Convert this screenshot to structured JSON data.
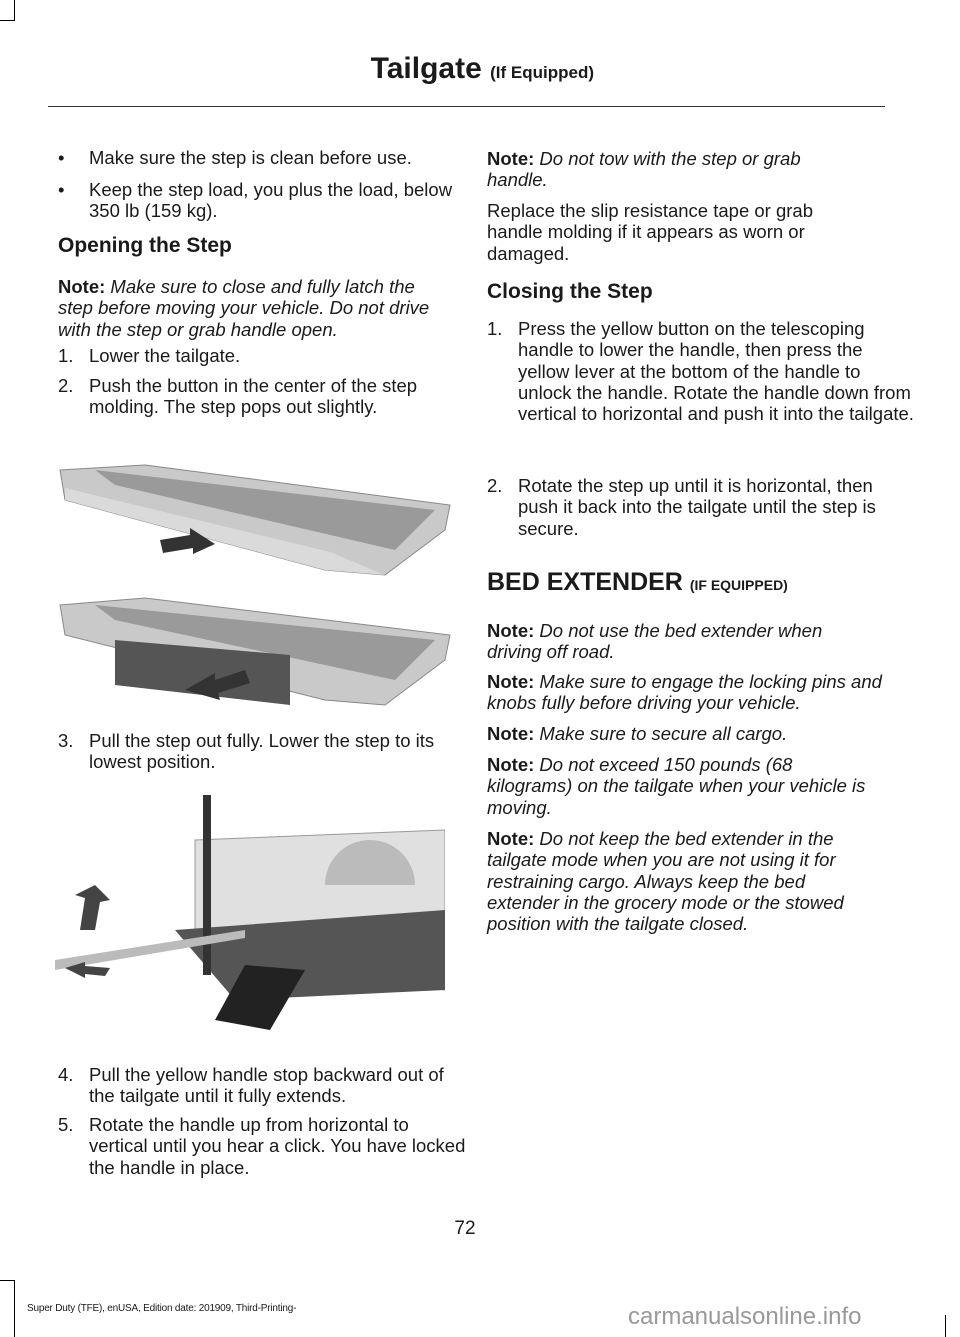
{
  "header": {
    "title": "Tailgate",
    "suffix": "(If Equipped)"
  },
  "left": {
    "bullets": [
      "Make sure the step is clean before use.",
      "Keep the step load, you plus the load, below 350 lb (159 kg)."
    ],
    "heading": "Opening the Step",
    "note": {
      "label": "Note:",
      "text": "Make sure to close and fully latch the step before moving your vehicle. Do not drive with the step or grab handle open."
    },
    "steps": [
      {
        "n": "1.",
        "text": "Lower the tailgate."
      },
      {
        "n": "2.",
        "text": "Push the button in the center of the step molding. The step pops out slightly."
      },
      {
        "n": "3.",
        "text": "Pull the step out fully. Lower the step to its lowest position."
      },
      {
        "n": "4.",
        "text": "Pull the yellow handle stop backward out of the tailgate until it fully extends."
      },
      {
        "n": "5.",
        "text": "Rotate the handle up from horizontal to vertical until you hear a click. You have locked the handle in place."
      }
    ]
  },
  "right": {
    "note1": {
      "label": "Note:",
      "text": "Do not tow with the step or grab handle."
    },
    "para": "Replace the slip resistance tape or grab handle molding if it appears as worn or damaged.",
    "heading": "Closing the Step",
    "steps": [
      {
        "n": "1.",
        "text": "Press the yellow button on the telescoping handle to lower the handle, then press the yellow lever at the bottom of the handle to unlock the handle. Rotate the handle down from vertical to horizontal and push it into the tailgate."
      },
      {
        "n": "2.",
        "text": "Rotate the step up until it is horizontal, then push it back into the tailgate until the step is secure."
      }
    ],
    "section": {
      "title": "BED EXTENDER",
      "suffix": "(IF EQUIPPED)"
    },
    "notes": [
      {
        "label": "Note:",
        "text": "Do not use the bed extender when driving off road."
      },
      {
        "label": "Note:",
        "text": "Make sure to engage the locking pins and knobs fully before driving your vehicle."
      },
      {
        "label": "Note:",
        "text": "Make sure to secure all cargo."
      },
      {
        "label": "Note:",
        "text": "Do not exceed 150 pounds (68 kilograms) on the tailgate when your vehicle is moving."
      },
      {
        "label": "Note:",
        "text": "Do not keep the bed extender in the tailgate mode when you are not using it for restraining cargo. Always keep the bed extender in the grocery mode or the stowed position with the tailgate closed."
      }
    ]
  },
  "footer": {
    "page": "72",
    "edition": "Super Duty (TFE), enUSA, Edition date: 201909, Third-Printing-",
    "watermark": "carmanualsonline.info"
  }
}
